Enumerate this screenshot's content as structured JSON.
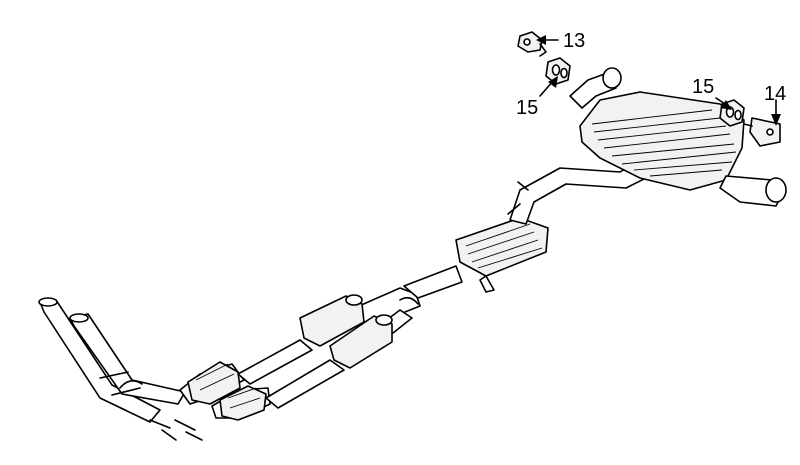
{
  "callouts": {
    "c13": "13",
    "c15a": "15",
    "c15b": "15",
    "c14": "14"
  }
}
